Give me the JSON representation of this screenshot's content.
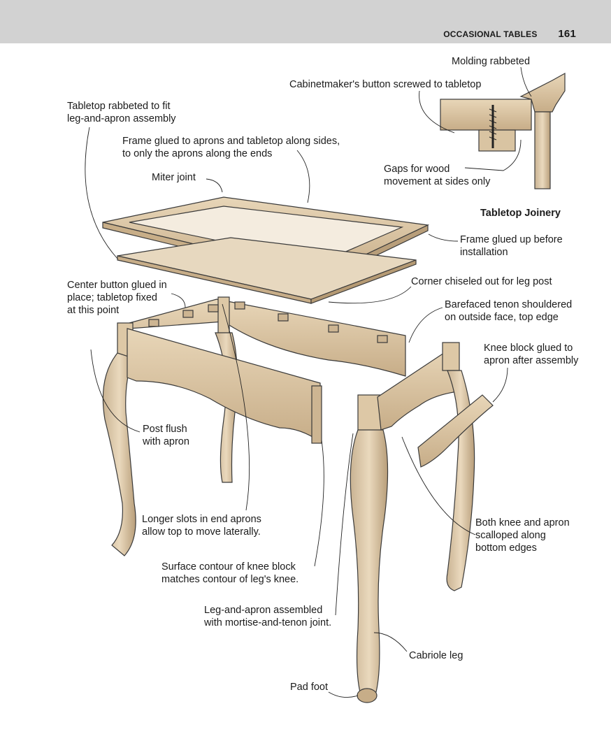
{
  "page": {
    "section_title": "OCCASIONAL TABLES",
    "page_number": "161"
  },
  "inset": {
    "title": "Tabletop Joinery",
    "labels": {
      "molding": "Molding rabbeted",
      "button": "Cabinetmaker's button screwed to tabletop",
      "gaps_1": "Gaps for wood",
      "gaps_2": "movement at sides only"
    }
  },
  "callouts": {
    "tabletop_rabbeted": [
      "Tabletop rabbeted to fit",
      "leg-and-apron assembly"
    ],
    "frame_glued": [
      "Frame glued to aprons and tabletop along sides,",
      "to only the aprons along the ends"
    ],
    "miter_joint": "Miter joint",
    "frame_before": [
      "Frame glued up before",
      "installation"
    ],
    "center_button": [
      "Center button glued in",
      "place; tabletop fixed",
      "at this point"
    ],
    "corner_chiseled": "Corner chiseled out for leg post",
    "barefaced_tenon": [
      "Barefaced tenon shouldered",
      "on outside face, top edge"
    ],
    "knee_block": [
      "Knee block glued to",
      "apron after assembly"
    ],
    "post_flush": [
      "Post flush",
      "with apron"
    ],
    "longer_slots": [
      "Longer slots in end aprons",
      "allow top to move laterally."
    ],
    "surface_contour": [
      "Surface contour of knee block",
      "matches contour of leg's knee."
    ],
    "both_knee": [
      "Both knee and apron",
      "scalloped along",
      "bottom edges"
    ],
    "leg_apron": [
      "Leg-and-apron assembled",
      "with mortise-and-tenon joint."
    ],
    "cabriole_leg": "Cabriole leg",
    "pad_foot": "Pad foot"
  }
}
